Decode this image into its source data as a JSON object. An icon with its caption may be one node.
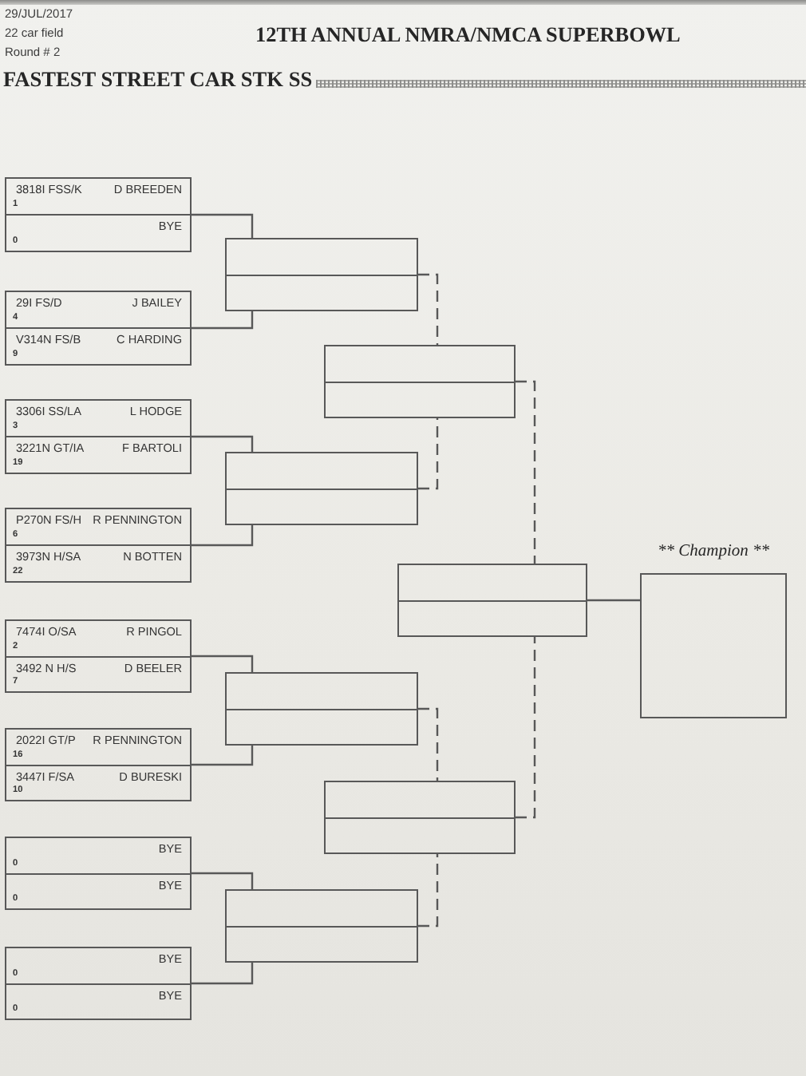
{
  "diagram": {
    "title": "12TH ANNUAL NMRA/NMCA SUPERBOWL",
    "nodes": [
      {
        "text": [],
        "shape": "box"
      },
      {
        "text": [
          "3818I FSS/K",
          "D BREEDEN",
          "1"
        ],
        "in": 0
      },
      {
        "text": [
          "BYE",
          "0"
        ],
        "in": 0
      },
      {
        "text": [],
        "shape": "box"
      },
      {
        "text": [
          "29I FS/D",
          "J BAILEY",
          "4"
        ],
        "in": 3
      },
      {
        "text": [
          "V314N FS/B",
          "C HARDING",
          "9"
        ],
        "in": 3
      },
      {
        "text": [],
        "shape": "box"
      },
      {
        "text": [
          "3306I SS/LA",
          "L HODGE",
          "3"
        ],
        "in": 6
      },
      {
        "text": [
          "3221N GT/IA",
          "F BARTOLI",
          "19"
        ],
        "in": 6
      },
      {
        "text": [],
        "shape": "box"
      },
      {
        "text": [
          "P270N FS/H",
          "R PENNINGTON",
          "6"
        ],
        "in": 9
      },
      {
        "text": [
          "3973N H/SA",
          "N BOTTEN",
          "22"
        ],
        "in": 9
      },
      {
        "text": [],
        "shape": "box"
      },
      {
        "text": [
          "7474I O/SA",
          "R PINGOL",
          "2"
        ],
        "in": 12
      },
      {
        "text": [
          "3492 N H/S",
          "D BEELER",
          "7"
        ],
        "in": 12
      },
      {
        "text": [],
        "shape": "box"
      },
      {
        "text": [
          "2022I GT/P",
          "R PENNINGTON",
          "16"
        ],
        "in": 15
      },
      {
        "text": [
          "3447I F/SA",
          "D BURESKI",
          "10"
        ],
        "in": 15
      },
      {
        "text": [],
        "shape": "box"
      },
      {
        "text": [
          "BYE",
          "0"
        ],
        "in": 18
      },
      {
        "text": [
          "BYE",
          "0"
        ],
        "in": 18
      },
      {
        "text": [],
        "shape": "box"
      },
      {
        "text": [
          "BYE",
          "0"
        ],
        "in": 21
      },
      {
        "text": [
          "BYE",
          "0"
        ],
        "in": 21
      },
      {
        "text": [],
        "shape": "box"
      },
      {
        "text": [],
        "shape": "box"
      },
      {
        "text": [],
        "shape": "box"
      },
      {
        "text": [],
        "shape": "box"
      },
      {
        "text": [],
        "shape": "box"
      },
      {
        "text": [],
        "shape": "box"
      },
      {
        "text": [],
        "shape": "box"
      },
      {
        "text": [
          "** Champion **"
        ]
      }
    ],
    "edges": [
      {
        "from": 0,
        "to": 24,
        "arrow": "none"
      },
      {
        "from": 3,
        "to": 24,
        "arrow": "none"
      },
      {
        "from": 6,
        "to": 25,
        "arrow": "none"
      },
      {
        "from": 9,
        "to": 25,
        "arrow": "none"
      },
      {
        "from": 12,
        "to": 26,
        "arrow": "none"
      },
      {
        "from": 15,
        "to": 26,
        "arrow": "none"
      },
      {
        "from": 18,
        "to": 27,
        "arrow": "none"
      },
      {
        "from": 21,
        "to": 27,
        "arrow": "none"
      },
      {
        "from": 24,
        "to": 28,
        "arrow": "none",
        "style": "dashed"
      },
      {
        "from": 25,
        "to": 28,
        "arrow": "none",
        "style": "dashed"
      },
      {
        "from": 26,
        "to": 29,
        "arrow": "none",
        "style": "dashed"
      },
      {
        "from": 27,
        "to": 29,
        "arrow": "none",
        "style": "dashed"
      },
      {
        "from": 28,
        "to": 30,
        "arrow": "none",
        "style": "dashed"
      },
      {
        "from": 29,
        "to": 30,
        "arrow": "none",
        "style": "dashed"
      },
      {
        "from": 30,
        "to": 31,
        "arrow": "none"
      }
    ],
    "labels": [
      "29/JUL/2017",
      "22 car field",
      "Round # 2",
      "FASTEST STREET CAR STK SS"
    ]
  }
}
